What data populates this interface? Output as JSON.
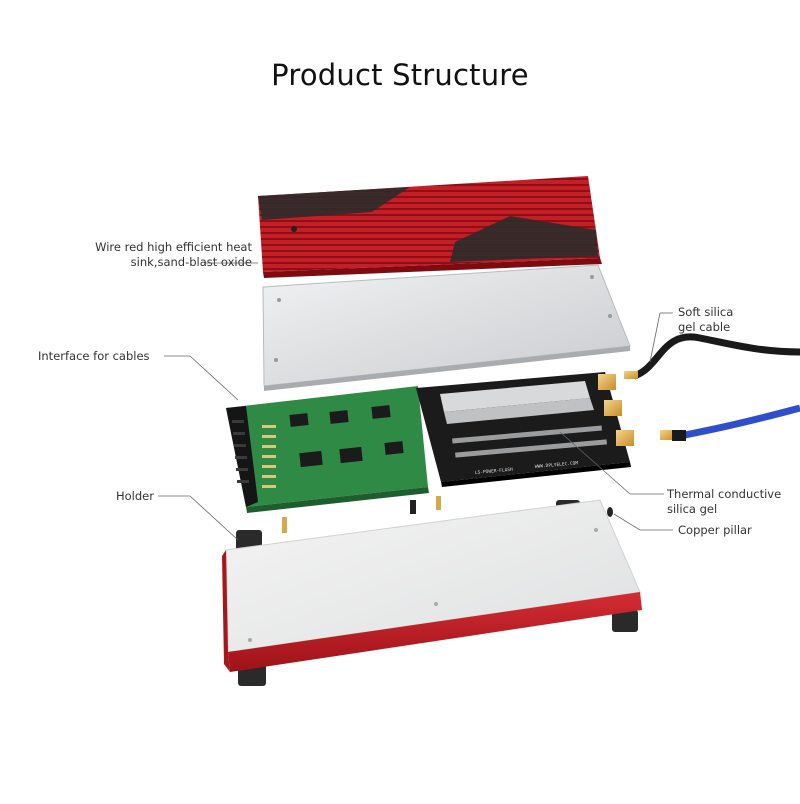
{
  "title": "Product Structure",
  "callouts": {
    "heat_sink": {
      "line1": "Wire red high efficient heat",
      "line2": "sink,sand-blast oxide"
    },
    "cable_interface": {
      "line1": "Interface for cables"
    },
    "holder": {
      "line1": "Holder"
    },
    "silica_cable": {
      "line1": "Soft silica",
      "line2": "gel cable"
    },
    "thermal_gel": {
      "line1": "Thermal conductive",
      "line2": "silica gel"
    },
    "copper_pillar": {
      "line1": "Copper pillar"
    }
  },
  "colors": {
    "heatsink_red": "#c8202a",
    "pcb_green": "#2f8a45",
    "board_black": "#1b1b1b",
    "cable_blue": "#2e4fc9",
    "cable_black": "#1a1a1a",
    "plate_silver": "#e2e4e6"
  },
  "board_text": {
    "power_board": "LS-POWER-FLASH",
    "web": "WWW.DPLYELEC.COM"
  }
}
